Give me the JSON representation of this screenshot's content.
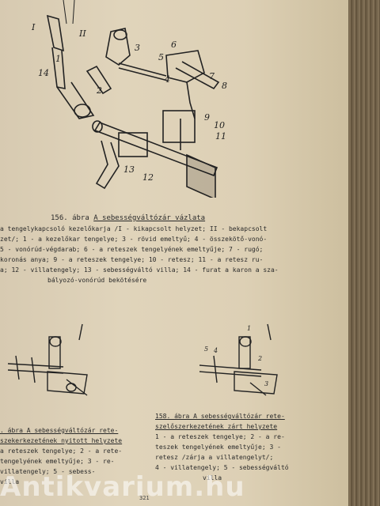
{
  "fig156": {
    "labels": [
      "I",
      "II",
      "1",
      "14",
      "2",
      "3",
      "5",
      "6",
      "4",
      "7",
      "8",
      "9",
      "10",
      "11",
      "13",
      "12"
    ],
    "title_num": "156. ábra",
    "title_text": "A sebességváltózár vázlata",
    "lines": [
      "a tengelykapcsoló kezelőkarja /I - kikapcsolt helyzet; II - bekapcsolt",
      "zet/; 1 - a kezelőkar tengelye; 3 - rövid emeltyű; 4 - összekötő-vonó-",
      "5 - vonórúd-végdarab; 6 - a reteszek tengelyének emeltyűje; 7 - rugó;",
      "koronás anya; 9 - a reteszek tengelye; 10 - retesz; 11 - a retesz ru-",
      "a; 12 - villatengely; 13 - sebességváltó villa; 14 - furat a karon a sza-",
      "bályozó-vonórúd bekötésére"
    ]
  },
  "fig157": {
    "lines": [
      ". ábra A sebességváltózár rete-",
      "szekerkezetének nyitott helyzete",
      "a reteszek tengelye; 2 - a rete-",
      "tengelyének emeltyűje; 3 - re-",
      "villatengely; 5 - sebess-",
      "villa"
    ]
  },
  "fig158": {
    "lines": [
      "158. ábra A sebességváltózár rete-",
      "szelőszerkezetének zárt helyzete",
      "1 - a reteszek tengelye; 2 - a re-",
      "teszek tengelyének emeltyűje; 3 -",
      "retesz /zárja a villatengelyt/;",
      "4 - villatengely; 5 - sebességváltó",
      "villa"
    ],
    "labels": [
      "1",
      "2",
      "3",
      "4",
      "5"
    ]
  },
  "watermark": "Antikvarium.hu",
  "page_number": "321"
}
